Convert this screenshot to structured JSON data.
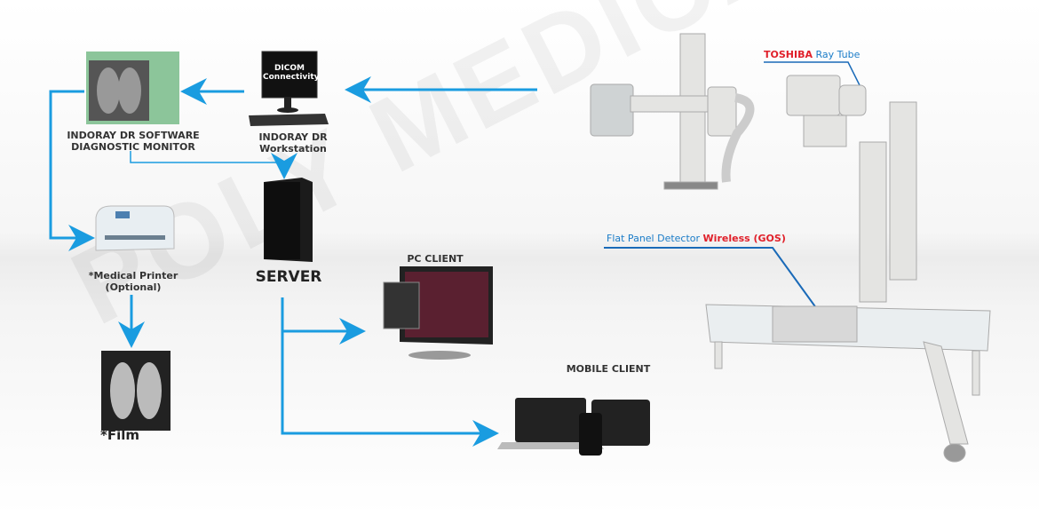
{
  "watermark": "POLY MEDICAL",
  "colors": {
    "arrow": "#1a9ce0",
    "accent_red": "#e0202a",
    "label_blue": "#1a7cc8"
  },
  "nodes": {
    "monitor": {
      "line1": "INDORAY DR SOFTWARE",
      "line2": "DIAGNOSTIC MONITOR"
    },
    "workstation": {
      "screen_line1": "DICOM",
      "screen_line2": "Connectivity",
      "label": "INDORAY DR Workstation"
    },
    "server": {
      "label": "SERVER"
    },
    "printer": {
      "line1": "*Medical Printer",
      "line2": "(Optional)"
    },
    "film": {
      "label": "*Film"
    },
    "pc_client": {
      "label": "PC CLIENT"
    },
    "mobile_client": {
      "label": "MOBILE CLIENT"
    }
  },
  "xray": {
    "tube_brand": "TOSHIBA",
    "tube_text": "Ray Tube",
    "detector_text": "Flat Panel Detector",
    "detector_highlight": "Wireless (GOS)"
  }
}
